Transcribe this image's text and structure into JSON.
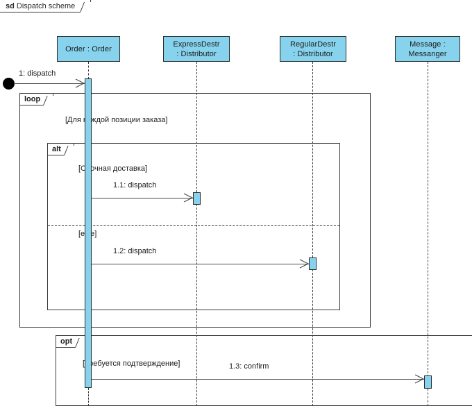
{
  "diagram": {
    "kind_keyword": "sd",
    "title": "Dispatch scheme",
    "accent_color": "#87d3ee",
    "line_color": "#3a3a3a"
  },
  "lifelines": [
    {
      "id": "order",
      "line1": "Order : Order",
      "line2": ""
    },
    {
      "id": "express",
      "line1": "ExpressDestr",
      "line2": ": Distributor"
    },
    {
      "id": "regular",
      "line1": "RegularDestr",
      "line2": ": Distributor"
    },
    {
      "id": "message",
      "line1": "Message :",
      "line2": "Messanger"
    }
  ],
  "fragments": {
    "loop": {
      "tag": "loop",
      "guard": "[Для каждой позиции заказа]"
    },
    "alt": {
      "tag": "alt",
      "guard_first": "[Срочная доставка]",
      "guard_else": "[else]"
    },
    "opt": {
      "tag": "opt",
      "guard": "[Требуется подтверждение]"
    }
  },
  "messages": [
    {
      "id": "m1",
      "label": "1: dispatch",
      "from": "start",
      "to": "order"
    },
    {
      "id": "m11",
      "label": "1.1: dispatch",
      "from": "order",
      "to": "express"
    },
    {
      "id": "m12",
      "label": "1.2: dispatch",
      "from": "order",
      "to": "regular"
    },
    {
      "id": "m13",
      "label": "1.3: confirm",
      "from": "order",
      "to": "message"
    }
  ]
}
